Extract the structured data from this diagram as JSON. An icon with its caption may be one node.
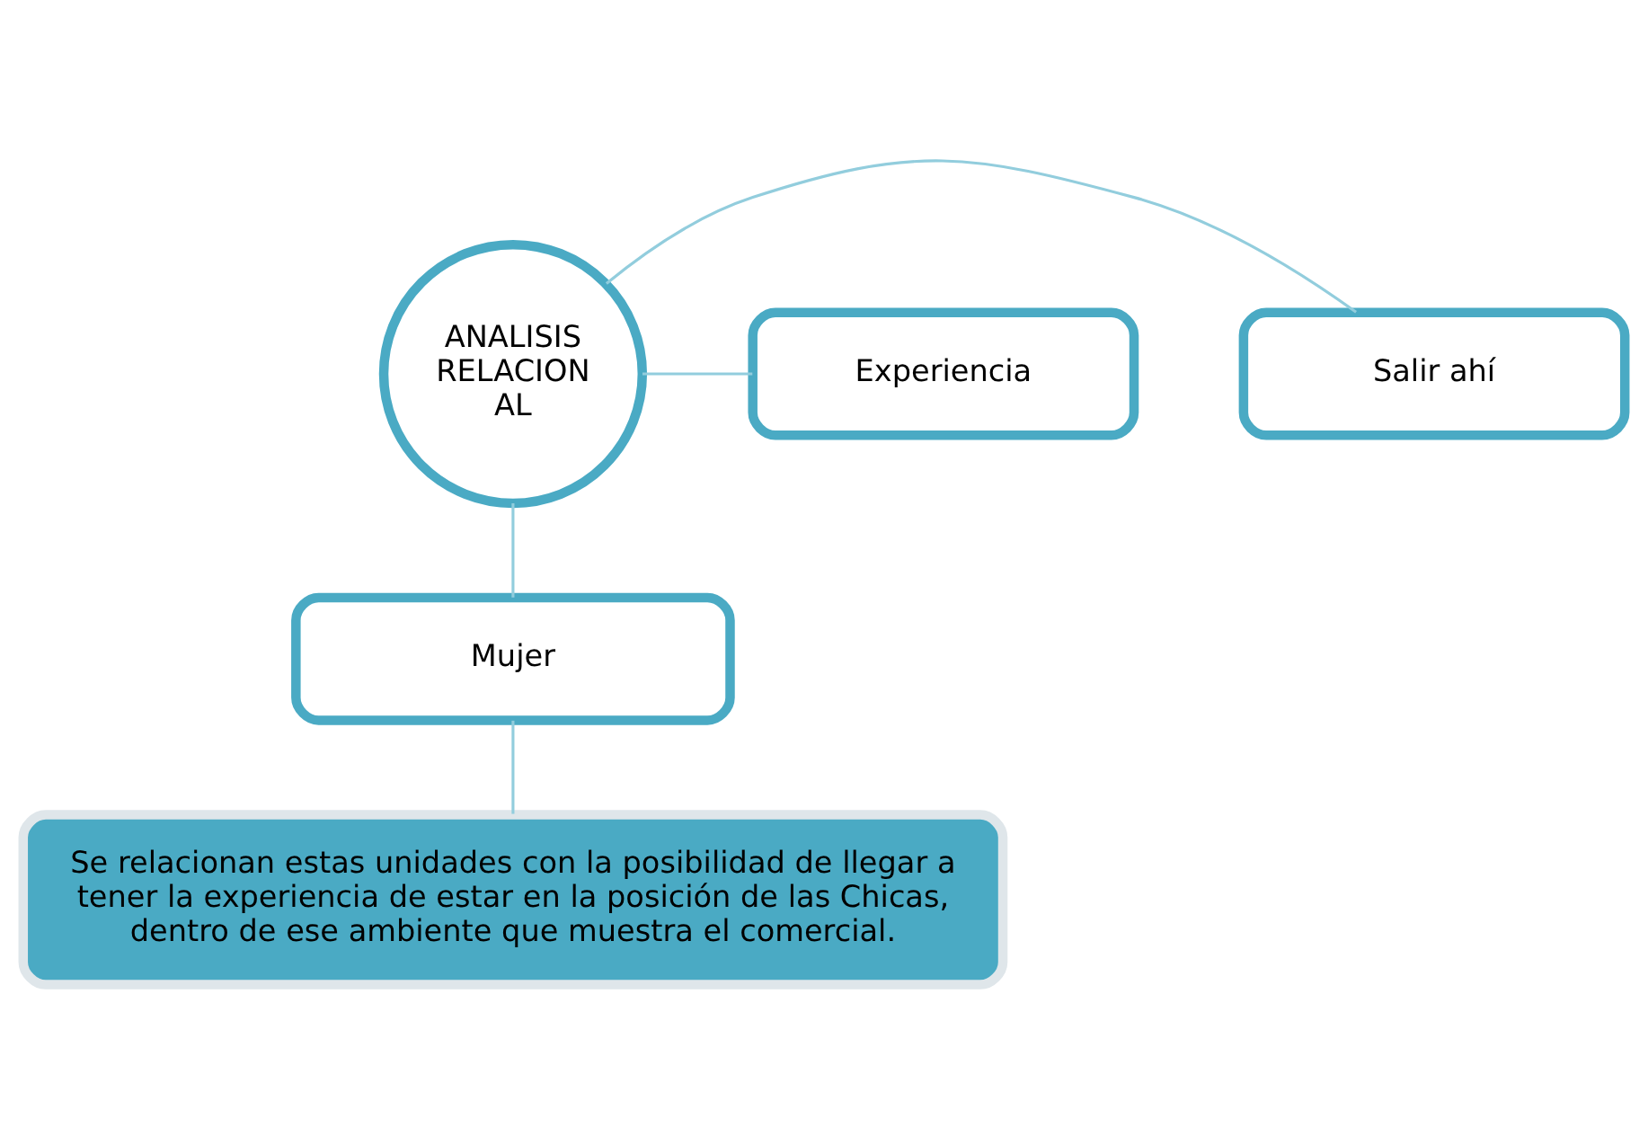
{
  "diagram": {
    "nodes": [
      {
        "text": [
          "Salir ahí"
        ]
      },
      {
        "text": [
          "Experiencia"
        ]
      },
      {
        "text": [
          "ANALISIS RELACION AL"
        ]
      },
      {
        "text": [
          "Mujer"
        ]
      },
      {
        "text": [
          "Se relacionan estas unidades con la posibilidad de llegar a tener la experiencia de estar en la posición de las Chicas, dentro de ese ambiente que muestra el comercial."
        ]
      }
    ],
    "edges": [
      {
        "from": 2,
        "to": 0,
        "arrow": "none"
      },
      {
        "from": 2,
        "to": 1,
        "arrow": "none"
      },
      {
        "from": 2,
        "to": 3,
        "arrow": "none"
      },
      {
        "from": 3,
        "to": 4,
        "arrow": "none"
      }
    ]
  }
}
